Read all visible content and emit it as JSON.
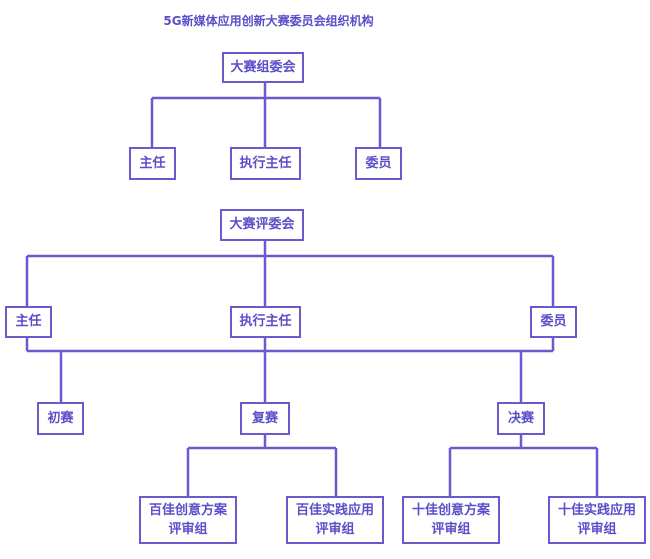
{
  "title": "5G新媒体应用创新大赛委员会组织机构",
  "committee": {
    "name": "大赛组委会",
    "members": [
      "主任",
      "执行主任",
      "委员"
    ]
  },
  "jury": {
    "name": "大赛评委会",
    "members": [
      "主任",
      "执行主任",
      "委员"
    ],
    "stages": [
      "初赛",
      "复赛",
      "决赛"
    ],
    "semifinal_groups": [
      {
        "line1": "百佳创意方案",
        "line2": "评审组"
      },
      {
        "line1": "百佳实践应用",
        "line2": "评审组"
      }
    ],
    "final_groups": [
      {
        "line1": "十佳创意方案",
        "line2": "评审组"
      },
      {
        "line1": "十佳实践应用",
        "line2": "评审组"
      }
    ]
  },
  "colors": {
    "stroke": "#6a5acd",
    "text": "#5b4fc9"
  }
}
